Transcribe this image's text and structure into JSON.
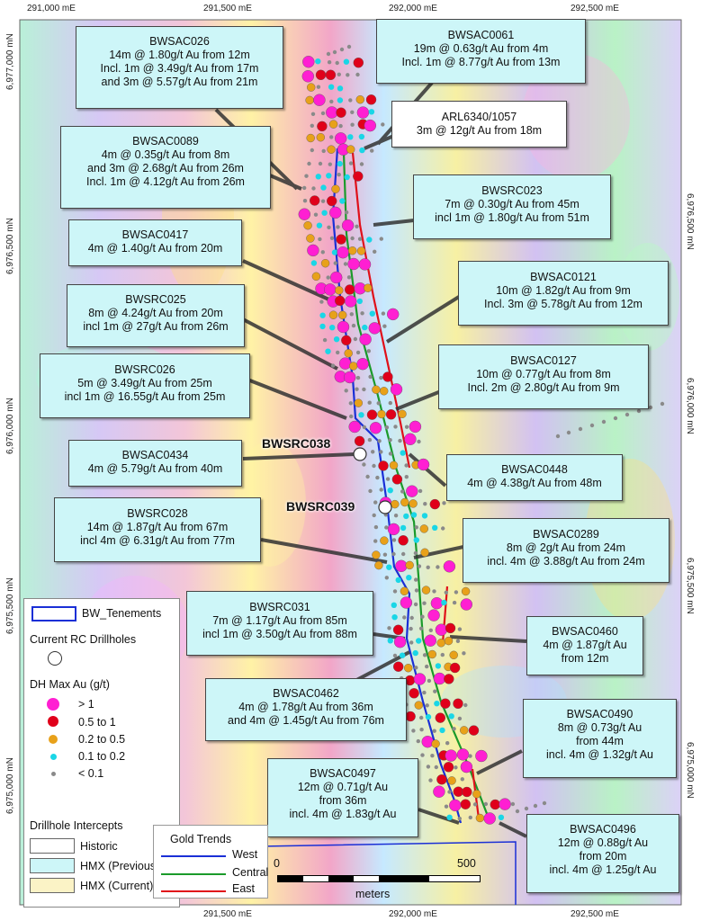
{
  "axes": {
    "top_ticks": [
      "291,000 mE",
      "291,500 mE",
      "292,000 mE",
      "292,500 mE"
    ],
    "bottom_ticks": [
      "291,500 mE",
      "292,000 mE",
      "292,500 mE"
    ],
    "left_ticks": [
      "6,977,000 mN",
      "6,976,500 mN",
      "6,976,000 mN",
      "6,975,500 mN",
      "6,975,000 mN"
    ],
    "right_ticks": [
      "6,976,500 mN",
      "6,976,000 mN",
      "6,975,500 mN",
      "6,975,000 mN"
    ]
  },
  "hole_labels": {
    "rc038": "BWSRC038",
    "rc039": "BWSRC039"
  },
  "callouts": [
    {
      "id": "bwsac026",
      "title": "BWSAC026",
      "lines": [
        "14m @ 1.80g/t Au from 12m",
        "Incl. 1m @ 3.49g/t Au from 17m",
        "and 3m @ 5.57g/t Au from 21m"
      ],
      "style": "previous"
    },
    {
      "id": "bwsac0061",
      "title": "BWSAC0061",
      "lines": [
        "19m @ 0.63g/t Au from 4m",
        "Incl. 1m @ 8.77g/t Au from 13m"
      ],
      "style": "previous"
    },
    {
      "id": "arl6340",
      "title": "ARL6340/1057",
      "lines": [
        "3m @ 12g/t Au from 18m"
      ],
      "style": "historic"
    },
    {
      "id": "bwsac0089",
      "title": "BWSAC0089",
      "lines": [
        "4m @ 0.35g/t Au from 8m",
        "and 3m @ 2.68g/t Au from 26m",
        "Incl. 1m @ 4.12g/t Au from 26m"
      ],
      "style": "previous"
    },
    {
      "id": "bwsrc023",
      "title": "BWSRC023",
      "lines": [
        "7m @ 0.30g/t Au from 45m",
        "incl 1m @ 1.80g/t Au from 51m"
      ],
      "style": "previous"
    },
    {
      "id": "bwsac0417",
      "title": "BWSAC0417",
      "lines": [
        "4m @ 1.40g/t Au from 20m"
      ],
      "style": "previous"
    },
    {
      "id": "bwsac0121",
      "title": "BWSAC0121",
      "lines": [
        "10m @ 1.82g/t Au from 9m",
        "Incl. 3m @ 5.78g/t Au from 12m"
      ],
      "style": "previous"
    },
    {
      "id": "bwsrc025",
      "title": "BWSRC025",
      "lines": [
        "8m @ 4.24g/t Au from 20m",
        "incl 1m @ 27g/t Au from 26m"
      ],
      "style": "previous"
    },
    {
      "id": "bwsac0127",
      "title": "BWSAC0127",
      "lines": [
        "10m @ 0.77g/t Au from 8m",
        "Incl. 2m @ 2.80g/t Au from 9m"
      ],
      "style": "previous"
    },
    {
      "id": "bwsrc026",
      "title": "BWSRC026",
      "lines": [
        "5m @ 3.49g/t Au from 25m",
        "incl 1m @ 16.55g/t Au from 25m"
      ],
      "style": "previous"
    },
    {
      "id": "bwsac0434",
      "title": "BWSAC0434",
      "lines": [
        "4m @ 5.79g/t Au from 40m"
      ],
      "style": "previous"
    },
    {
      "id": "bwsac0448",
      "title": "BWSAC0448",
      "lines": [
        "4m @ 4.38g/t Au from 48m"
      ],
      "style": "previous"
    },
    {
      "id": "bwsrc028",
      "title": "BWSRC028",
      "lines": [
        "14m @ 1.87g/t Au from 67m",
        "incl 4m @ 6.31g/t Au from 77m"
      ],
      "style": "previous"
    },
    {
      "id": "bwsac0289",
      "title": "BWSAC0289",
      "lines": [
        "8m @ 2g/t Au from 24m",
        "incl. 4m @ 3.88g/t Au from 24m"
      ],
      "style": "previous"
    },
    {
      "id": "bwsrc031",
      "title": "BWSRC031",
      "lines": [
        "7m @ 1.17g/t Au from 85m",
        "incl 1m @ 3.50g/t Au from 88m"
      ],
      "style": "previous"
    },
    {
      "id": "bwsac0460",
      "title": "BWSAC0460",
      "lines": [
        "4m @ 1.87g/t Au",
        "from 12m"
      ],
      "style": "previous"
    },
    {
      "id": "bwsac0462",
      "title": "BWSAC0462",
      "lines": [
        "4m @ 1.78g/t Au from 36m",
        "and 4m @ 1.45g/t Au from 76m"
      ],
      "style": "previous"
    },
    {
      "id": "bwsac0490",
      "title": "BWSAC0490",
      "lines": [
        "8m @ 0.73g/t Au",
        "from 44m",
        "incl. 4m @ 1.32g/t Au"
      ],
      "style": "previous"
    },
    {
      "id": "bwsac0497",
      "title": "BWSAC0497",
      "lines": [
        "12m @ 0.71g/t Au",
        "from 36m",
        "incl. 4m @ 1.83g/t Au"
      ],
      "style": "previous"
    },
    {
      "id": "bwsac0496",
      "title": "BWSAC0496",
      "lines": [
        "12m @ 0.88g/t Au",
        "from 20m",
        "incl. 4m @ 1.25g/t Au"
      ],
      "style": "previous"
    }
  ],
  "legend": {
    "tenements": "BW_Tenements",
    "current_rc": "Current RC Drillholes",
    "dh_max_title": "DH Max Au (g/t)",
    "dh_classes": [
      {
        "label": "> 1",
        "color": "#ff1fd2"
      },
      {
        "label": "0.5  to  1",
        "color": "#e0001a"
      },
      {
        "label": "0.2  to  0.5",
        "color": "#e8a11a"
      },
      {
        "label": "0.1  to  0.2",
        "color": "#1ad6e6"
      },
      {
        "label": "< 0.1",
        "color": "#8a8a8a"
      }
    ],
    "intercepts_title": "Drillhole Intercepts",
    "intercepts": [
      {
        "label": "Historic",
        "color": "#ffffff"
      },
      {
        "label": "HMX (Previous)",
        "color": "#cdf6f8"
      },
      {
        "label": "HMX (Current)",
        "color": "#fbf3c6"
      }
    ]
  },
  "gold_trends": {
    "title": "Gold Trends",
    "items": [
      {
        "label": "West",
        "color": "#1a2fd6"
      },
      {
        "label": "Central",
        "color": "#1a9a2a"
      },
      {
        "label": "East",
        "color": "#e0101a"
      }
    ]
  },
  "scale_bar": {
    "start": "0",
    "end": "500",
    "unit": "meters"
  }
}
